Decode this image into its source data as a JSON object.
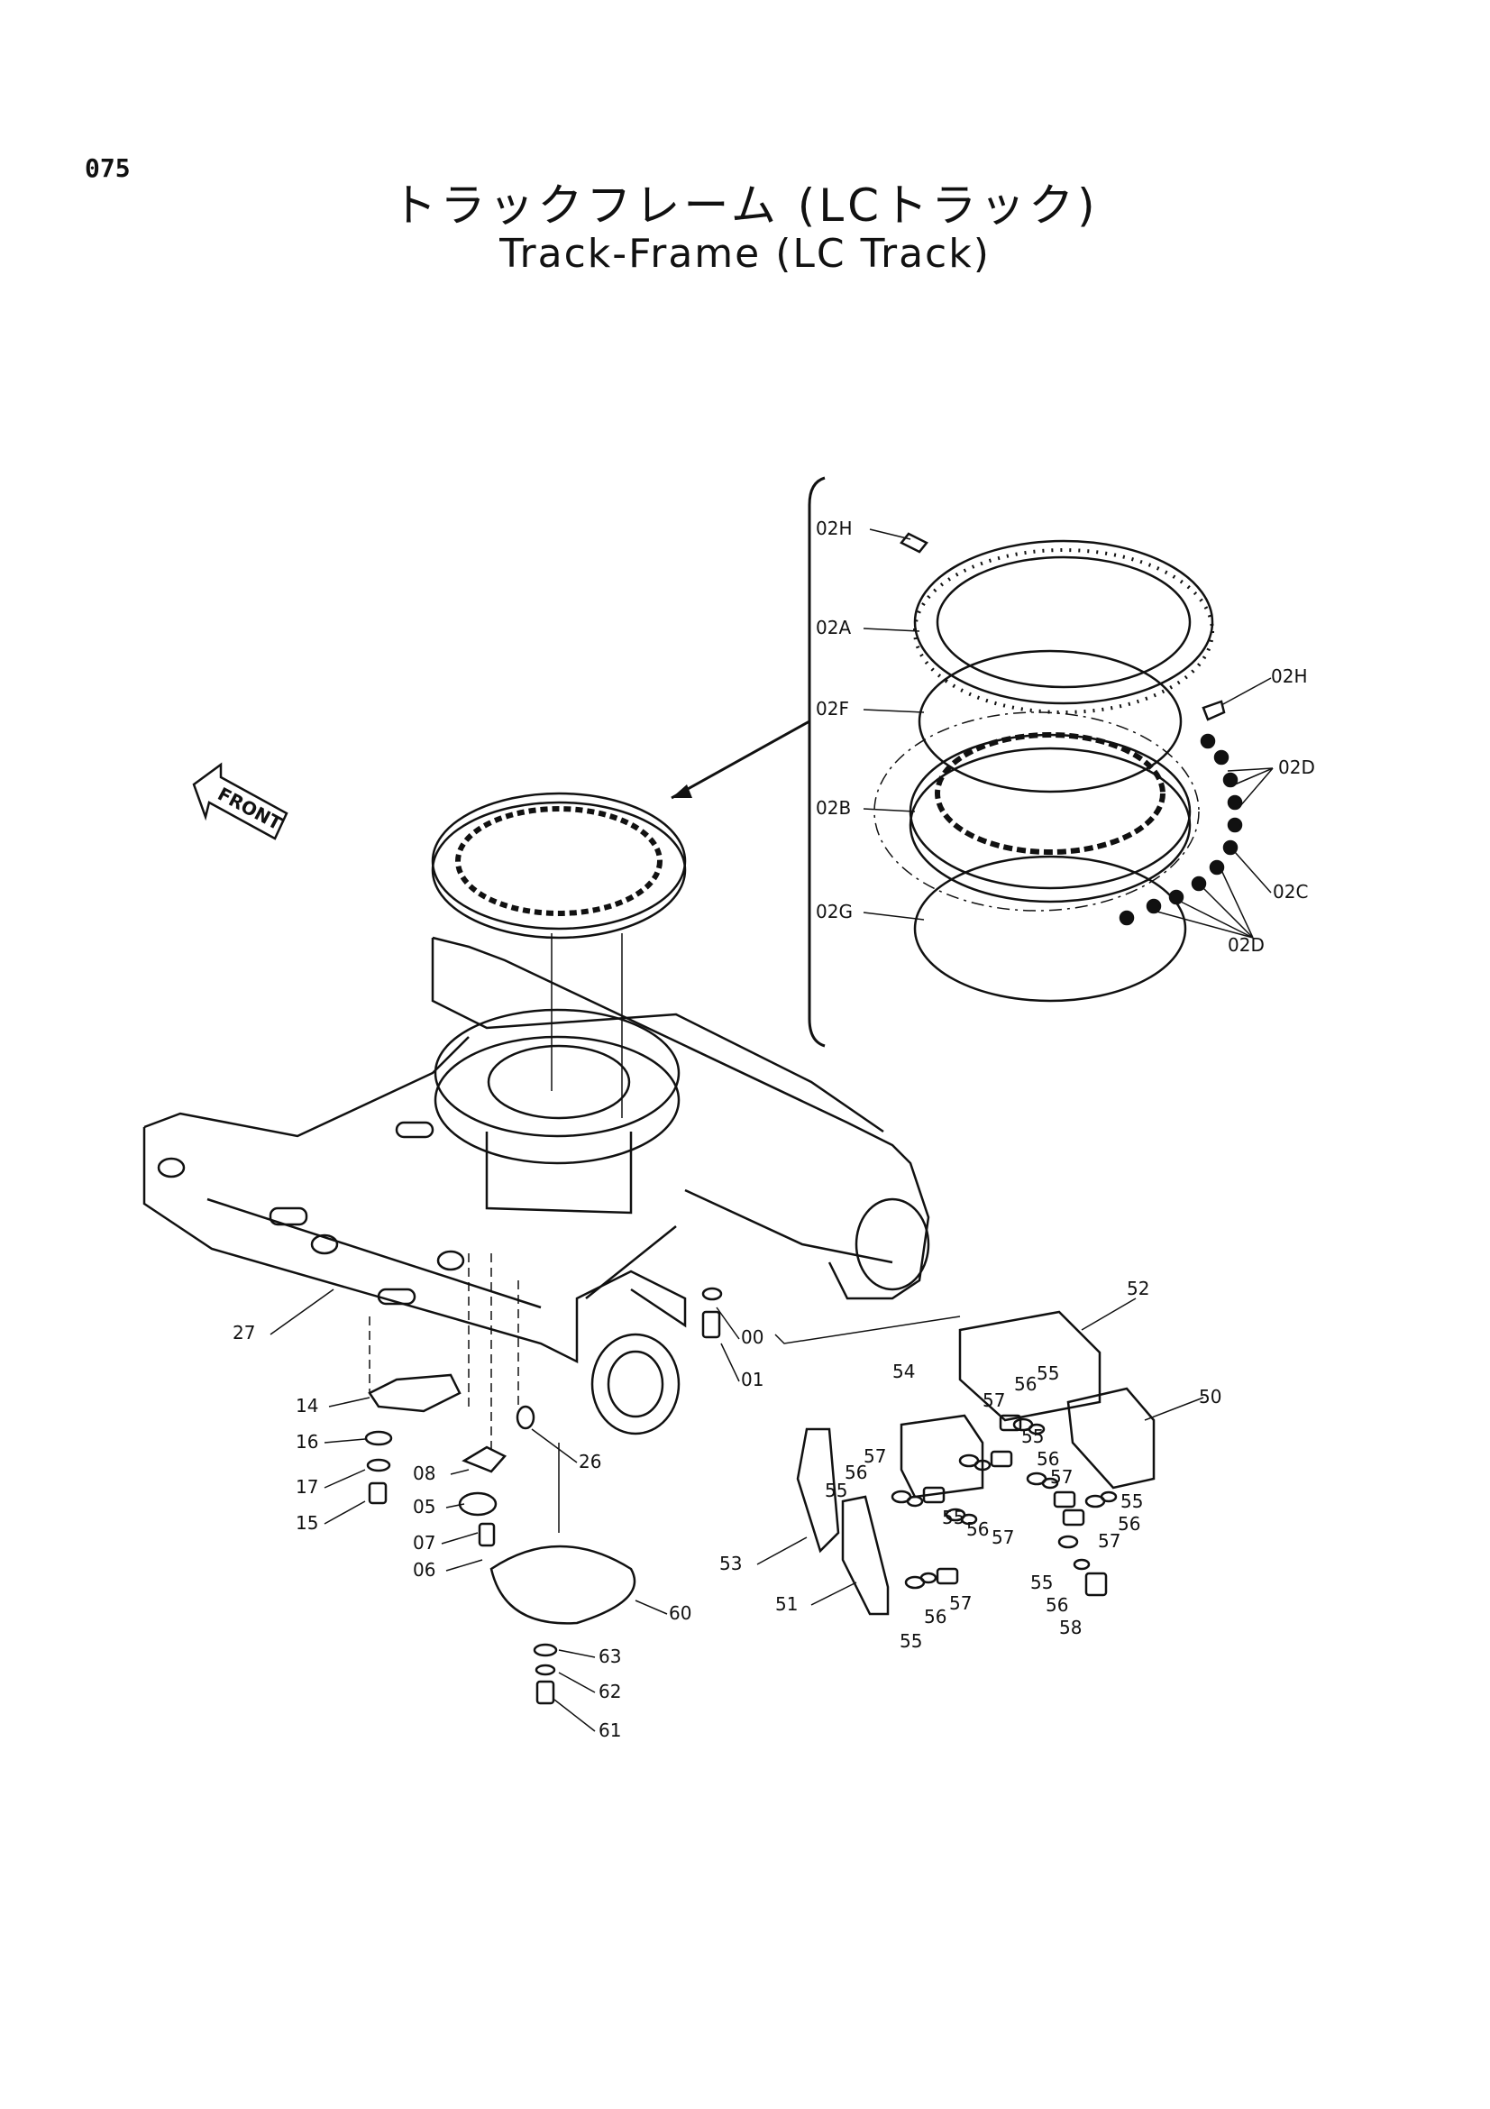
{
  "page_number": "075",
  "title_jp": "トラックフレーム (LCトラック)",
  "title_en": "Track-Frame (LC Track)",
  "front_label": "FRONT",
  "callouts": [
    {
      "id": "02H_a",
      "text": "02H"
    },
    {
      "id": "02A",
      "text": "02A"
    },
    {
      "id": "02F",
      "text": "02F"
    },
    {
      "id": "02B",
      "text": "02B"
    },
    {
      "id": "02G",
      "text": "02G"
    },
    {
      "id": "02H_b",
      "text": "02H"
    },
    {
      "id": "02D_a",
      "text": "02D"
    },
    {
      "id": "02C",
      "text": "02C"
    },
    {
      "id": "02D_b",
      "text": "02D"
    },
    {
      "id": "27",
      "text": "27"
    },
    {
      "id": "00",
      "text": "00"
    },
    {
      "id": "01",
      "text": "01"
    },
    {
      "id": "14",
      "text": "14"
    },
    {
      "id": "16",
      "text": "16"
    },
    {
      "id": "17",
      "text": "17"
    },
    {
      "id": "15",
      "text": "15"
    },
    {
      "id": "26",
      "text": "26"
    },
    {
      "id": "08",
      "text": "08"
    },
    {
      "id": "05",
      "text": "05"
    },
    {
      "id": "07",
      "text": "07"
    },
    {
      "id": "06",
      "text": "06"
    },
    {
      "id": "60",
      "text": "60"
    },
    {
      "id": "63",
      "text": "63"
    },
    {
      "id": "62",
      "text": "62"
    },
    {
      "id": "61",
      "text": "61"
    },
    {
      "id": "52",
      "text": "52"
    },
    {
      "id": "50",
      "text": "50"
    },
    {
      "id": "54",
      "text": "54"
    },
    {
      "id": "53",
      "text": "53"
    },
    {
      "id": "51",
      "text": "51"
    },
    {
      "id": "58",
      "text": "58"
    },
    {
      "id": "57a",
      "text": "57"
    },
    {
      "id": "56a",
      "text": "56"
    },
    {
      "id": "55a",
      "text": "55"
    },
    {
      "id": "55b",
      "text": "55"
    },
    {
      "id": "56b",
      "text": "56"
    },
    {
      "id": "57b",
      "text": "57"
    },
    {
      "id": "57c",
      "text": "57"
    },
    {
      "id": "56c",
      "text": "56"
    },
    {
      "id": "55c",
      "text": "55"
    },
    {
      "id": "55d",
      "text": "55"
    },
    {
      "id": "56d",
      "text": "56"
    },
    {
      "id": "57d",
      "text": "57"
    },
    {
      "id": "55e",
      "text": "55"
    },
    {
      "id": "56e",
      "text": "56"
    },
    {
      "id": "57e",
      "text": "57"
    },
    {
      "id": "55f",
      "text": "55"
    },
    {
      "id": "56f",
      "text": "56"
    },
    {
      "id": "57f",
      "text": "57"
    },
    {
      "id": "56g",
      "text": "56"
    },
    {
      "id": "55g",
      "text": "55"
    }
  ]
}
